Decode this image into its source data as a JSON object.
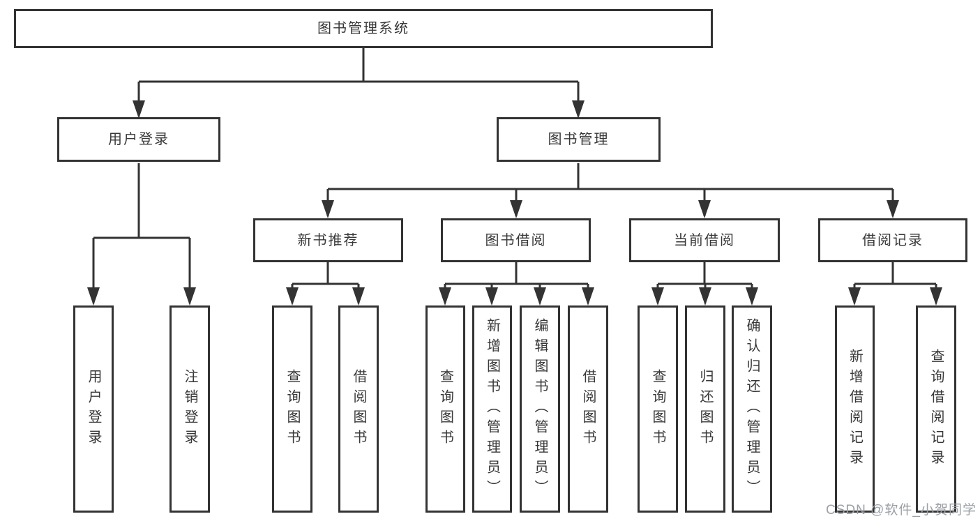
{
  "diagram": {
    "root": {
      "label": "图书管理系统"
    },
    "level2": [
      {
        "label": "用户登录"
      },
      {
        "label": "图书管理"
      }
    ],
    "level3": [
      {
        "label": "新书推荐"
      },
      {
        "label": "图书借阅"
      },
      {
        "label": "当前借阅"
      },
      {
        "label": "借阅记录"
      }
    ],
    "leaves": [
      {
        "label": "用户登录"
      },
      {
        "label": "注销登录"
      },
      {
        "label": "查询图书"
      },
      {
        "label": "借阅图书"
      },
      {
        "label": "查询图书"
      },
      {
        "label": "新增图书（管理员）"
      },
      {
        "label": "编辑图书（管理员）"
      },
      {
        "label": "借阅图书"
      },
      {
        "label": "查询图书"
      },
      {
        "label": "归还图书"
      },
      {
        "label": "确认归还（管理员）"
      },
      {
        "label": "新增借阅记录"
      },
      {
        "label": "查询借阅记录"
      }
    ]
  },
  "watermark": {
    "text": "CSDN @软件_小贺同学"
  },
  "colors": {
    "line": "#333333",
    "text": "#383838",
    "watermark": "#9aa0a6",
    "background": "#ffffff"
  }
}
